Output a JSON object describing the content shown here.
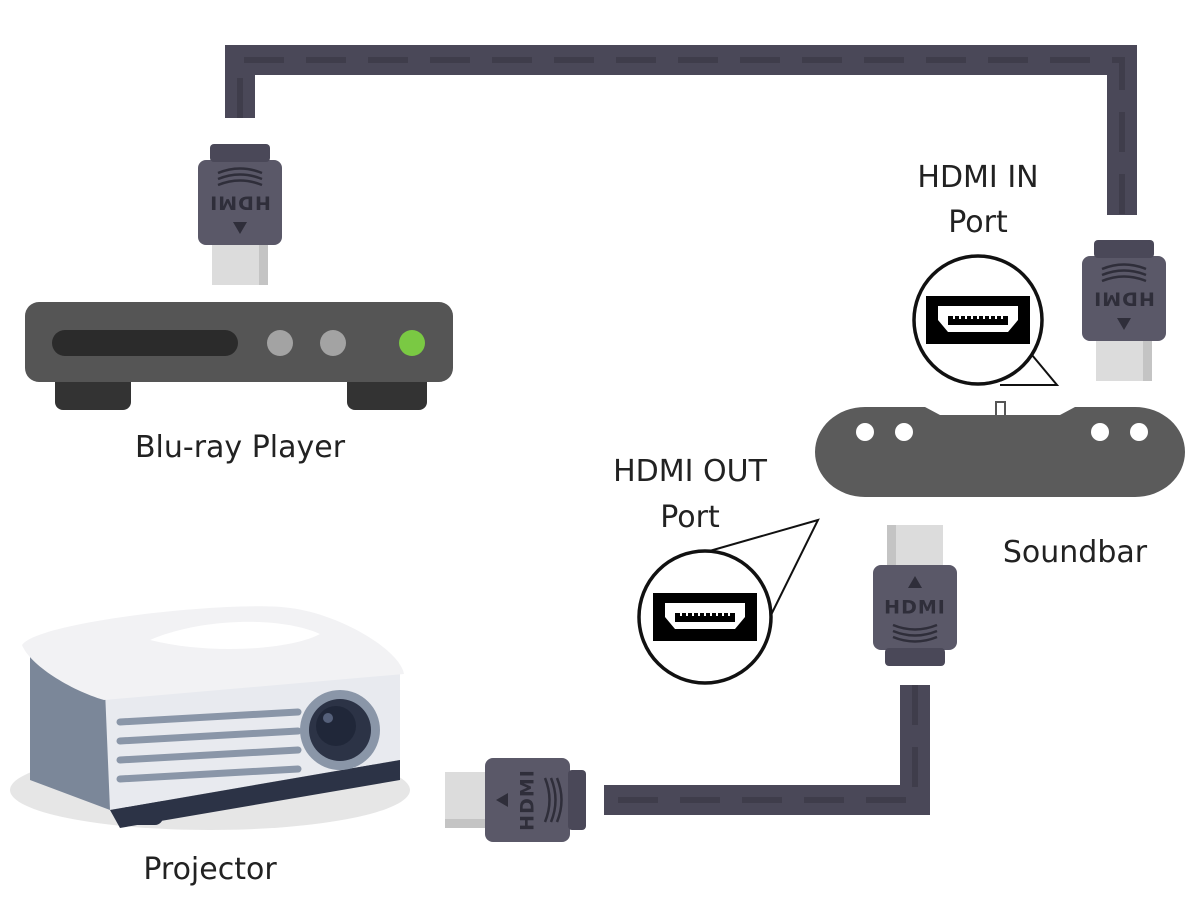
{
  "devices": {
    "bluray": {
      "label": "Blu-ray Player",
      "indicator_color": "#7ac943"
    },
    "projector": {
      "label": "Projector"
    },
    "soundbar": {
      "label": "Soundbar"
    }
  },
  "ports": {
    "hdmi_in": {
      "line1": "HDMI IN",
      "line2": "Port"
    },
    "hdmi_out": {
      "line1": "HDMI OUT",
      "line2": "Port"
    }
  },
  "connector_text": "HDMI",
  "colors": {
    "cable": "#4a4858",
    "cable_stripe": "#3a3946",
    "plug_body": "#5a5868",
    "plug_tip": "#dcdcdc",
    "device_body": "#555555",
    "device_feet": "#333333",
    "indicator_green": "#7ac943"
  }
}
